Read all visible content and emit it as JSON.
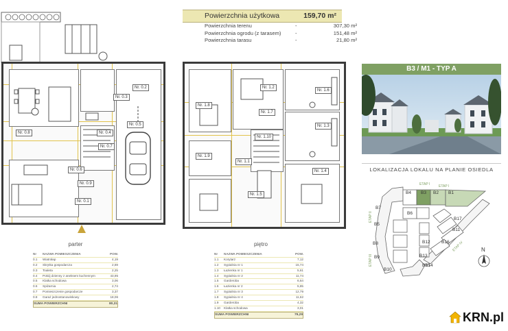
{
  "area": {
    "title": "Powierzchnia użytkowa",
    "value": "159,70 m²",
    "rows": [
      {
        "label": "Powierzchnia terenu",
        "dash": "-",
        "value": "307,30 m²"
      },
      {
        "label": "Powierzchnia ogrodu (z tarasem)",
        "dash": "-",
        "value": "151,48 m²"
      },
      {
        "label": "Powierzchnia tarasu",
        "dash": "-",
        "value": "21,80 m²"
      }
    ]
  },
  "plans": {
    "ground_label": "parter",
    "first_label": "piętro",
    "ground_tags": [
      "Nr. 0.3",
      "Nr. 0.2",
      "Nr. 0.8",
      "Nr. 0.4",
      "Nr. 0.6",
      "Nr. 0.7",
      "Nr. 0.5",
      "Nr. 0.9",
      "Nr. 0.1"
    ],
    "first_tags": [
      "Nr. 1.8",
      "Nr. 1.6",
      "Nr. 1.2",
      "Nr. 1.7",
      "Nr. 1.3",
      "Nr. 1.9",
      "Nr. 1.10",
      "Nr. 1.1",
      "Nr. 1.4",
      "Nr. 1.5"
    ]
  },
  "ground_table": {
    "header": [
      "Nr",
      "NAZWA POMIESZCZENIA",
      "POW."
    ],
    "rows": [
      [
        "0.1",
        "Wiatrołap",
        "4,19"
      ],
      [
        "0.2",
        "Skrytka gospodarcza",
        "2,69"
      ],
      [
        "0.3",
        "Toaleta",
        "2,25"
      ],
      [
        "0.4",
        "Pokój dzienny z aneksem kuchennym",
        "43,95"
      ],
      [
        "0.5",
        "Klatka schodowa",
        "3,06"
      ],
      [
        "0.6",
        "Spiżarnia",
        "2,74"
      ],
      [
        "0.7",
        "Pomieszczenie gospodarcze",
        "3,37"
      ],
      [
        "0.8",
        "Garaż jednostanowiskowy",
        "18,06"
      ]
    ],
    "sum_label": "SUMA POWIERZCHNI",
    "sum_value": "80,31"
  },
  "first_table": {
    "header": [
      "Nr",
      "NAZWA POMIESZCZENIA",
      "POW."
    ],
    "rows": [
      [
        "1.1",
        "Korytarz",
        "7,12"
      ],
      [
        "1.2",
        "Sypialnia nr 1",
        "15,74"
      ],
      [
        "1.3",
        "Łazienka nr 1",
        "5,61"
      ],
      [
        "1.4",
        "Sypialnia nr 2",
        "11,74"
      ],
      [
        "1.5",
        "Garderoba",
        "6,64"
      ],
      [
        "1.6",
        "Łazienka nr 2",
        "5,85"
      ],
      [
        "1.7",
        "Sypialnia nr 3",
        "12,79"
      ],
      [
        "1.8",
        "Sypialnia nr 4",
        "11,62"
      ],
      [
        "1.9",
        "Garderoba",
        "4,32"
      ],
      [
        "1.10",
        "Klatka schodowa",
        "3,01"
      ]
    ],
    "sum_label": "SUMA POWIERZCHNI",
    "sum_value": "79,29"
  },
  "unit_title": "B3 / M1 - TYP A",
  "map": {
    "title": "LOKALIZACJA LOKALU NA PLANIE OSIEDLA",
    "stage_labels": [
      "ETAP I",
      "ETAP I",
      "ETAP II",
      "ETAP III",
      "ETAP IV"
    ],
    "buildings": [
      "B4",
      "B3",
      "B2",
      "B1",
      "B7",
      "B6",
      "B5",
      "B8",
      "B9",
      "B10",
      "B11",
      "B12",
      "B13",
      "B14",
      "B15",
      "B16",
      "B17"
    ],
    "north": "N"
  },
  "logo": {
    "text": "KRN.pl"
  },
  "colors": {
    "accent": "#7fa063",
    "highlight": "#ece7b2",
    "grid": "#e1c24a"
  }
}
